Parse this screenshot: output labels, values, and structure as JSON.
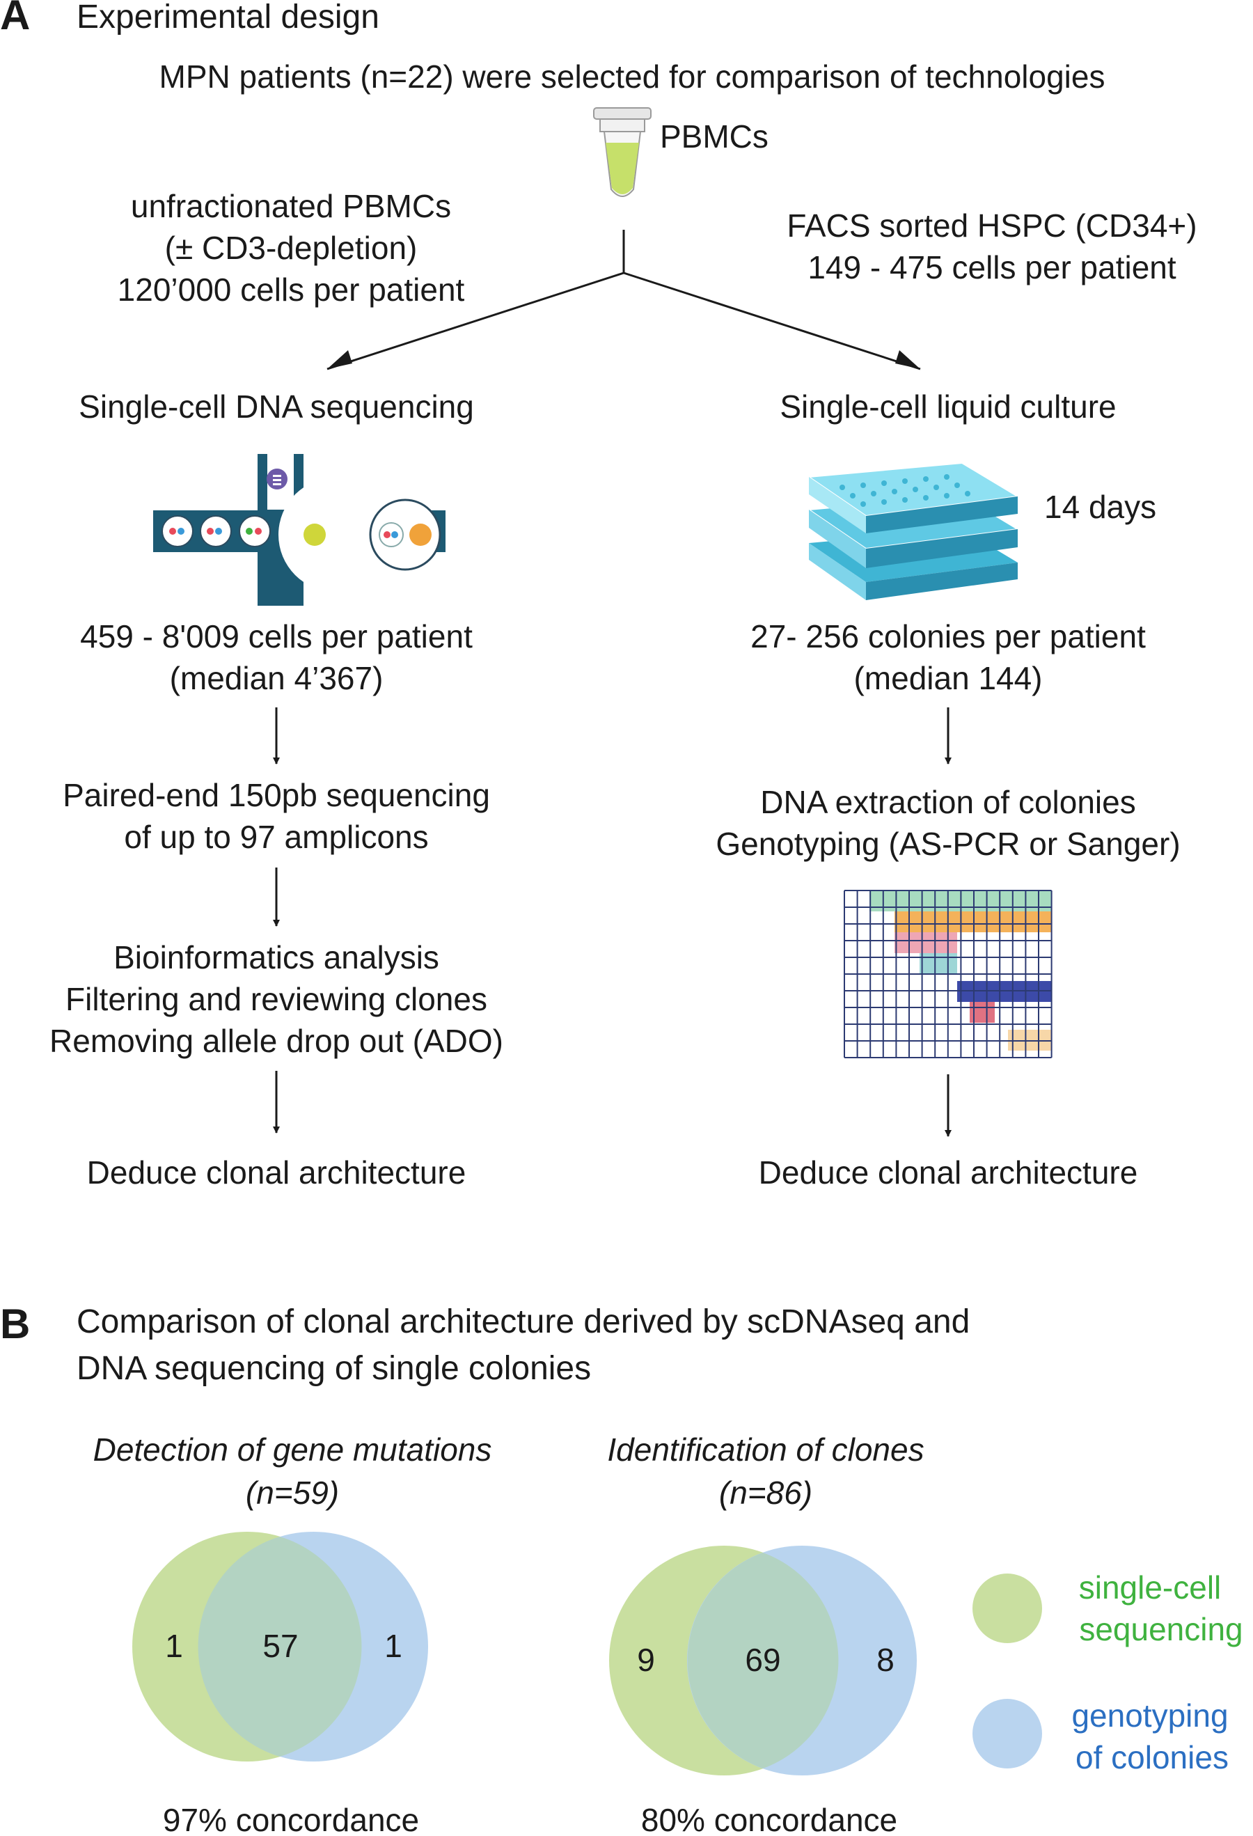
{
  "panel_a": {
    "letter": "A",
    "title": "Experimental design",
    "intro": "MPN patients (n=22) were selected for comparison of technologies",
    "tube_label": "PBMCs",
    "left": {
      "input_lines": [
        "unfractionated PBMCs",
        "(± CD3-depletion)",
        "120’000 cells per patient"
      ],
      "method": "Single-cell DNA sequencing",
      "yield_lines": [
        "459 - 8'009 cells per patient",
        "(median 4’367)"
      ],
      "step2_lines": [
        "Paired-end 150pb sequencing",
        "of up to 97 amplicons"
      ],
      "step3_lines": [
        "Bioinformatics analysis",
        "Filtering and reviewing clones",
        "Removing allele drop out (ADO)"
      ],
      "result": "Deduce clonal architecture"
    },
    "right": {
      "input_lines": [
        "FACS sorted HSPC (CD34+)",
        "149 - 475 cells per patient"
      ],
      "method": "Single-cell liquid culture",
      "duration": "14 days",
      "yield_lines": [
        "27- 256 colonies per patient",
        "(median 144)"
      ],
      "step2_lines": [
        "DNA extraction of colonies",
        "Genotyping (AS-PCR or Sanger)"
      ],
      "result": "Deduce clonal architecture"
    }
  },
  "panel_b": {
    "letter": "B",
    "title_lines": [
      "Comparison of clonal architecture derived by scDNAseq and",
      "DNA sequencing of single colonies"
    ],
    "venn1": {
      "title_lines": [
        "Detection of gene mutations",
        "(n=59)"
      ],
      "left_only": "1",
      "both": "57",
      "right_only": "1",
      "concordance": "97% concordance"
    },
    "venn2": {
      "title_lines": [
        "Identification of clones",
        "(n=86)"
      ],
      "left_only": "9",
      "both": "69",
      "right_only": "8",
      "concordance": "80% concordance"
    },
    "legend": [
      {
        "label_lines": [
          "single-cell",
          "sequencing"
        ],
        "color": "#c9dfa0",
        "text_color": "#3fb23f"
      },
      {
        "label_lines": [
          "genotyping",
          "of colonies"
        ],
        "color": "#b9d4ef",
        "text_color": "#2b6fc2"
      }
    ]
  },
  "colors": {
    "chip_dark": "#1d5a73",
    "tube_fill": "#c6e06a",
    "plate": "#5fc9e4",
    "grid_line": "#2c3a72",
    "venn_green": "#c9dfa0",
    "venn_blue": "#b9d4ef"
  }
}
